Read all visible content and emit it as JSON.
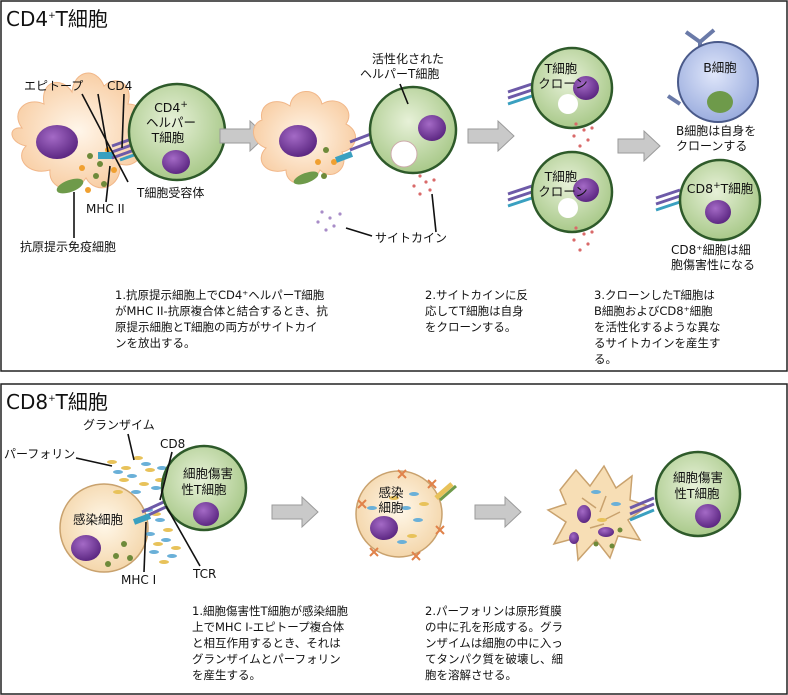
{
  "panel1": {
    "title_main": "CD4",
    "title_sup": "+",
    "title_rest": "T細胞",
    "labels": {
      "epitope": "エピトープ",
      "cd4": "CD4",
      "tcr": "T細胞受容体",
      "mhc2": "MHC II",
      "apc": "抗原提示免疫細胞",
      "activated_1": "活性化された",
      "activated_2": "ヘルパーT細胞",
      "cytokine": "サイトカイン"
    },
    "cells": {
      "helper_1": "CD4",
      "helper_sup": "+",
      "helper_2": "ヘルパー",
      "helper_3": "T細胞",
      "clone_a_1": "T細胞",
      "clone_a_2": "クローン",
      "clone_b_1": "T細胞",
      "clone_b_2": "クローン",
      "bcell": "B細胞",
      "cd8_main": "CD8",
      "cd8_rest": "T細胞"
    },
    "outcomes": {
      "bcell_1": "B細胞は自身を",
      "bcell_2": "クローンする",
      "cd8_1": "CD8⁺細胞は細",
      "cd8_2": "胞傷害性になる"
    },
    "captions": [
      [
        "1.抗原提示細胞上でCD4⁺ヘルパーT細胞",
        "がMHC II-抗原複合体と結合するとき、抗",
        "原提示細胞とT細胞の両方がサイトカイ",
        "ンを放出する。"
      ],
      [
        "2.サイトカインに反",
        "応してT細胞は自身",
        "をクローンする。"
      ],
      [
        "3.クローンしたT細胞は",
        "B細胞およびCD8⁺細胞",
        "を活性化するような異な",
        "るサイトカインを産生す",
        "る。"
      ]
    ]
  },
  "panel2": {
    "title_main": "CD8",
    "title_sup": "+",
    "title_rest": "T細胞",
    "labels": {
      "granzyme": "グランザイム",
      "perforin": "パーフォリン",
      "cd8": "CD8",
      "mhc1": "MHC I",
      "tcr": "TCR"
    },
    "cells": {
      "infected": "感染細胞",
      "ctl_1": "細胞傷害",
      "ctl_2": "性T細胞",
      "infected2_1": "感染",
      "infected2_2": "細胞",
      "ctl2_1": "細胞傷害",
      "ctl2_2": "性T細胞"
    },
    "captions": [
      [
        "1.細胞傷害性T細胞が感染細胞",
        "上でMHC I-エピトープ複合体",
        "と相互作用するとき、それは",
        "グランザイムとパーフォリン",
        "を産生する。"
      ],
      [
        "2.パーフォリンは原形質膜",
        "の中に孔を形成する。グラ",
        "ンザイムは細胞の中に入っ",
        "てタンパク質を破壊し、細",
        "胞を溶解させる。"
      ]
    ]
  },
  "colors": {
    "tcell_fill": "#b8d49a",
    "tcell_stroke": "#3f6b35",
    "nucleus": "#7a3e9e",
    "apc_fill": "#fbe1c4",
    "bcell_fill": "#a8b8e6",
    "arrow": "#c8c8c8"
  }
}
